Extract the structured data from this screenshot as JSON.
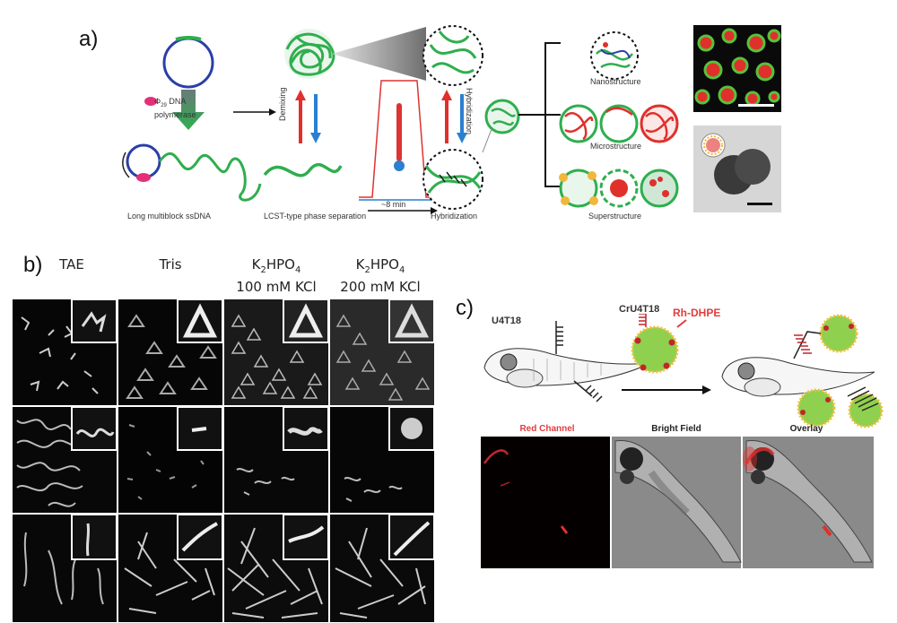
{
  "panels": {
    "a": "a)",
    "b": "b)",
    "c": "c)"
  },
  "panel_a": {
    "polymerase": "DNA polymerase",
    "phi_label": "Φ",
    "phi_sub": "29",
    "demixing": "Demixing",
    "hybridization_vertical": "Hybridization",
    "time": "~8 min",
    "caption_ssdna": "Long multiblock ssDNA",
    "caption_lcst": "LCST-type phase separation",
    "caption_hybrid": "Hybridization",
    "nanostructure": "Nanostructure",
    "microstructure": "Microstructure",
    "superstructure": "Superstructure"
  },
  "panel_b": {
    "col1": "TAE",
    "col2": "Tris",
    "col3_line1": "K",
    "col3_sub1": "2",
    "col3_mid": "HPO",
    "col3_sub2": "4",
    "col3_line2": "100 mM KCl",
    "col4_line2": "200 mM KCl"
  },
  "panel_c": {
    "u4t18": "U4T18",
    "cru4t18": "CrU4T18",
    "rhdhpe": "Rh-DHPE",
    "red_channel": "Red Channel",
    "bright_field": "Bright Field",
    "overlay": "Overlay"
  },
  "colors": {
    "dna_green": "#2fae4e",
    "dna_red": "#e0302c",
    "accent_red": "#e23c3c",
    "blue_arrow": "#2a7fd0"
  }
}
